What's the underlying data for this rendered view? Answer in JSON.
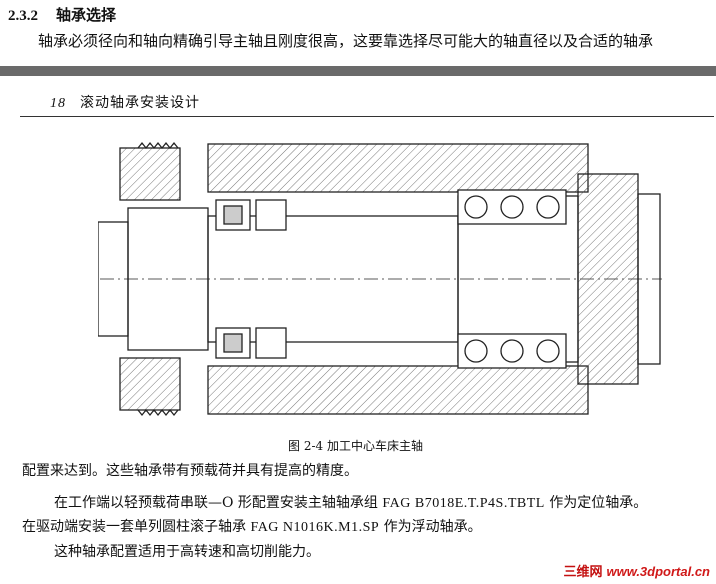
{
  "section": {
    "number": "2.3.2",
    "title": "轴承选择"
  },
  "intro_text": "轴承必须径向和轴向精确引导主轴且刚度很高，这要靠选择尽可能大的轴直径以及合适的轴承",
  "book_header": {
    "page": "18",
    "title": "滚动轴承安装设计"
  },
  "figure": {
    "caption": "图 2-4   加工中心车床主轴"
  },
  "body": {
    "line1": "配置来达到。这些轴承带有预载荷并具有提高的精度。",
    "line2_a": "在工作端以轻预载荷串联—O 形配置安装主轴轴承组 ",
    "line2_model": "FAG B7018E.T.P4S.TBTL",
    "line2_b": " 作为定位轴承。",
    "line3_a": "在驱动端安装一套单列圆柱滚子轴承 ",
    "line3_model": "FAG N1016K.M1.SP",
    "line3_b": " 作为浮动轴承。",
    "line4": "这种轴承配置适用于高转速和高切削能力。"
  },
  "watermark": {
    "cn": "三维网",
    "url": "www.3dportal.cn",
    "color": "#d01818"
  }
}
